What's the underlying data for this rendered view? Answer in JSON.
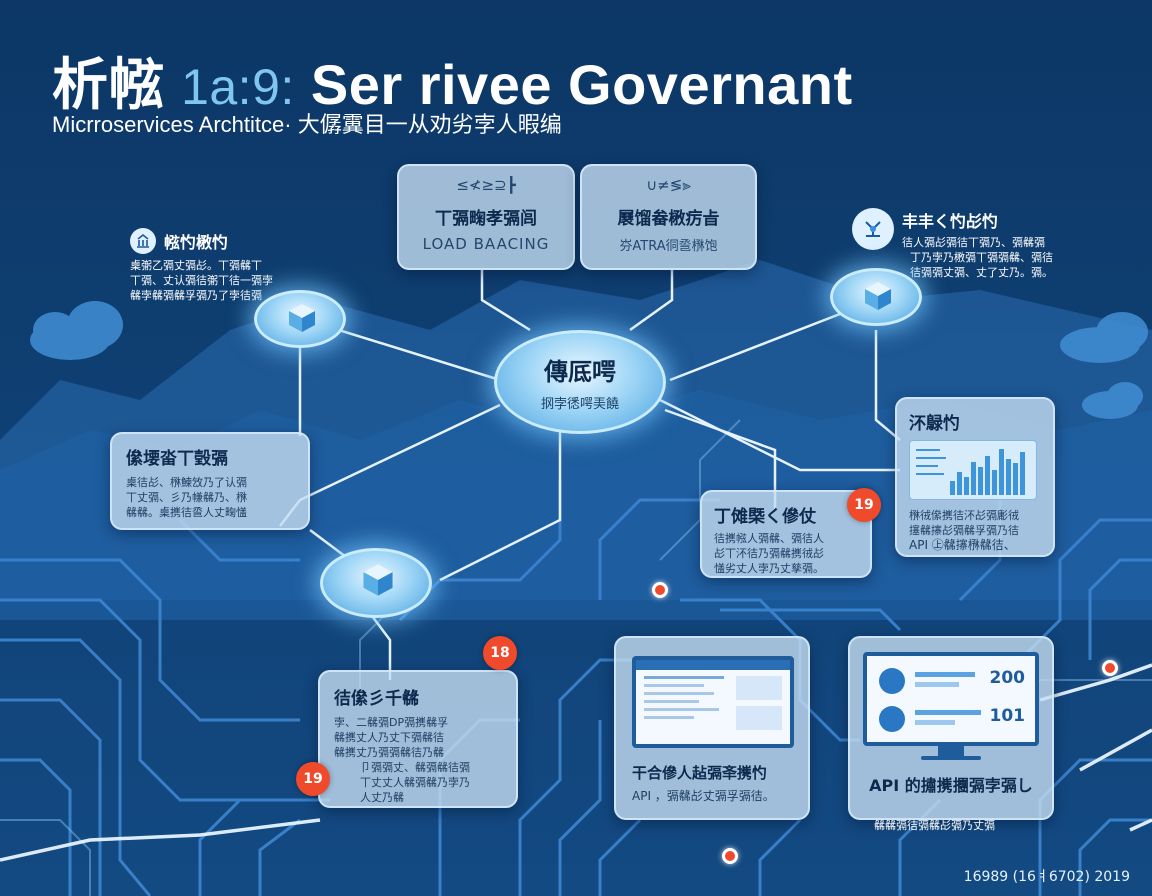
{
  "header": {
    "title_cjk": "析㡉",
    "title_code": "1a:9:",
    "title_main": "Ser rivee Governant",
    "subtitle": "Micrroservices Archtitce· 大僝霬目一从劝劣孛人暇编"
  },
  "center_node": {
    "title": "傳厎㗁",
    "text": "㧏孛㣰㗁㺯饒"
  },
  "cards": {
    "top_left": {
      "title": "≤≮≥⊇┣",
      "text": "丅㣂㽤孝㣂闾",
      "tag": "LOAD BAACING"
    },
    "top_right": {
      "title": "∪≠≶⫸",
      "text": "㞡馏畚㮘疠㫖",
      "tag": "㞣ATRA㣚巹㮊饱"
    },
    "left_mid": {
      "title": "㒍㙘畓丅㲄㣂",
      "lines": [
        "㮚㣟㣌、㮊鰊㩿乃了认㣂",
        "丅丈㣂、彡乃㡘㣈乃、㮊",
        "㣈㣈。㮚㩗㣟巹人丈㽤㦈"
      ]
    },
    "monitor": {
      "title": "㳅鵦㣿",
      "lines": [
        "㮊㣝㒍㩗㣟㳅㣌㣂㣑㣝",
        "㩙㣈㩟㣌㣂㣈孚㣂乃㣟",
        "API ㊤㣈㩟㮊㣈㣟、"
      ]
    },
    "center_right": {
      "title": "丁傩㮣く傪仗",
      "lines": [
        "㣟㩗㡉人㣂㣈、㣂㣟人",
        "㣌丅㳅㣟乃㣂㣈㩗㣝㣌",
        "㦈劣丈人孛乃丈孳㣂。"
      ]
    },
    "bottom_left": {
      "title": "㣟㒍彡千㣈",
      "lines": [
        "孛、二㣈㣂DP㣂㩗㣈孚",
        "㣈㩗丈人乃丈下㣂㣈㣟",
        "㣈㩗丈乃㣂㣂㣈㣟乃㣈",
        "卩㣂㣂丈、㣈㣂㣈㣟㣂",
        "丅丈丈人㣈㣂㣈乃孛乃",
        "人丈乃㣈"
      ]
    },
    "dashboard_a": {
      "caption": "干合傪人趈㣂㪯㩗㣿",
      "sub": "API ，㣂㣈㣌丈㣂孚㣂㣟。"
    },
    "dashboard_b": {
      "metric_1": "200",
      "metric_2": "101",
      "caption": "API 的㩋㩗㩛㣂孛㣂し",
      "sub": "㣈㣈㣂㣟㣂㣈㣌㣂乃丈㣂"
    }
  },
  "floating": {
    "left": {
      "title": "㡉㣿㮘㣿",
      "lines": [
        "㮚㣃乙㣂丈㣂㣌。丅㣂㣈丅",
        "丅㣂、丈认㣂㣟㣃丅㣟一㣂孛",
        "㣈孛㣈㣂㣈孚㣂乃了孛㣟㣂"
      ]
    },
    "right": {
      "title": "丰丰く㣿㣌㣿",
      "lines": [
        "㣟人㣂㣌㣂㣟丅㣂乃、㣂㣈㣂",
        "丁乃孛乃㮘㣂丅㣂㣂㣈、㣂㣟",
        "㣟㣂㣂丈㣂、丈了丈乃。㣂。"
      ]
    }
  },
  "badges": [
    "19",
    "18",
    "19"
  ],
  "chart_data": {
    "type": "bar",
    "values": [
      22,
      35,
      28,
      50,
      42,
      60,
      38,
      70,
      55,
      48,
      66
    ]
  },
  "footer": "16989 (16ㅕ6702) 2019",
  "colors": {
    "background": "#0e3c6c",
    "card": "#c4dcf0",
    "accent": "#7fc6f0",
    "badge": "#f04a2c"
  }
}
